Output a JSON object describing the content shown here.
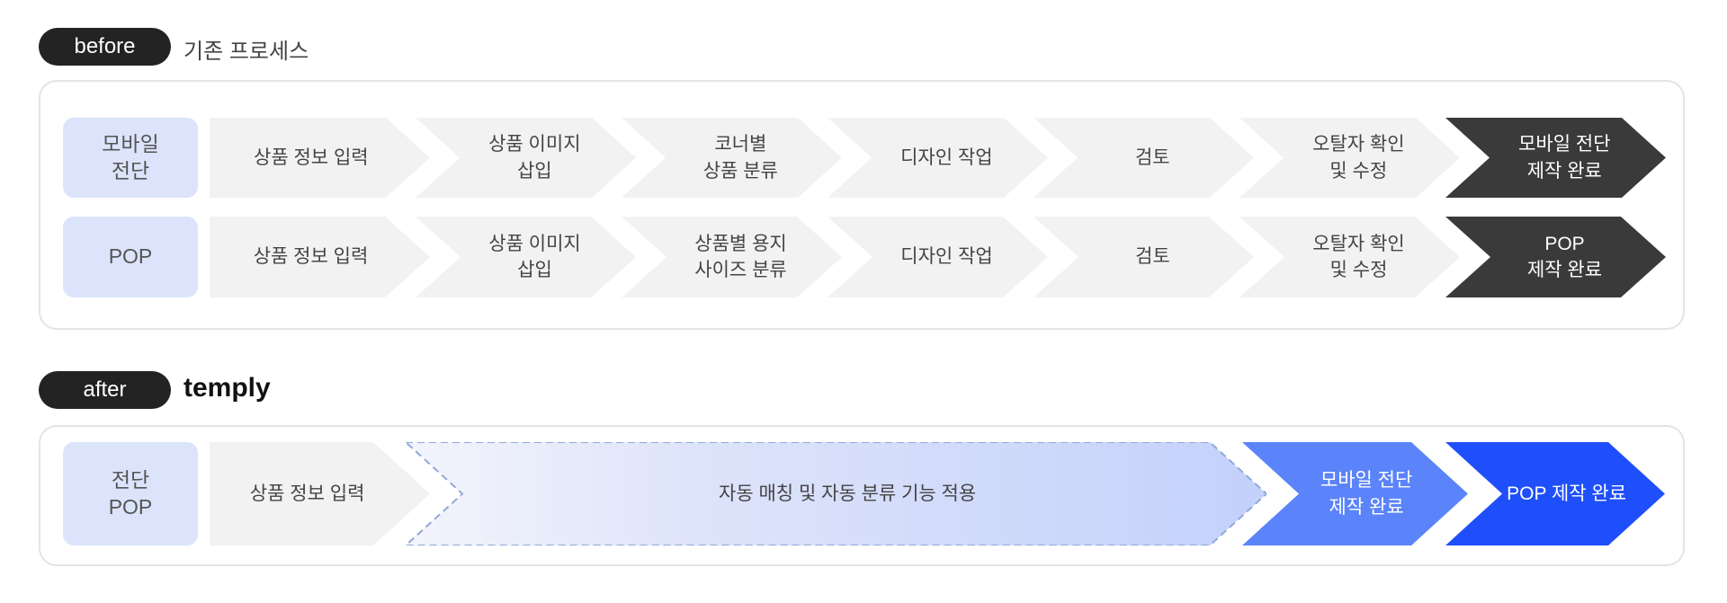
{
  "before": {
    "badge": "before",
    "title": "기존 프로세스",
    "rows": [
      {
        "label": "모바일\n전단",
        "steps": [
          "상품 정보 입력",
          "상품 이미지\n삽입",
          "코너별\n상품 분류",
          "디자인 작업",
          "검토",
          "오탈자 확인\n및 수정",
          "모바일 전단\n제작 완료"
        ]
      },
      {
        "label": "POP",
        "steps": [
          "상품 정보 입력",
          "상품 이미지\n삽입",
          "상품별 용지\n사이즈 분류",
          "디자인 작업",
          "검토",
          "오탈자 확인\n및 수정",
          "POP\n제작 완료"
        ]
      }
    ]
  },
  "after": {
    "badge": "after",
    "title": "temply",
    "label": "전단\nPOP",
    "steps": [
      "상품 정보 입력",
      "자동 매칭 및 자동 분류 기능 적용",
      "모바일 전단\n제작 완료",
      "POP 제작 완료"
    ]
  },
  "colors": {
    "step": "#f2f2f2",
    "final_dark": "#3a3a3a",
    "label_bg": "#dbe4fb",
    "blue_light": "#5b84fa",
    "blue_strong": "#1f4ffb",
    "dashed_border": "#8fa9d8"
  }
}
